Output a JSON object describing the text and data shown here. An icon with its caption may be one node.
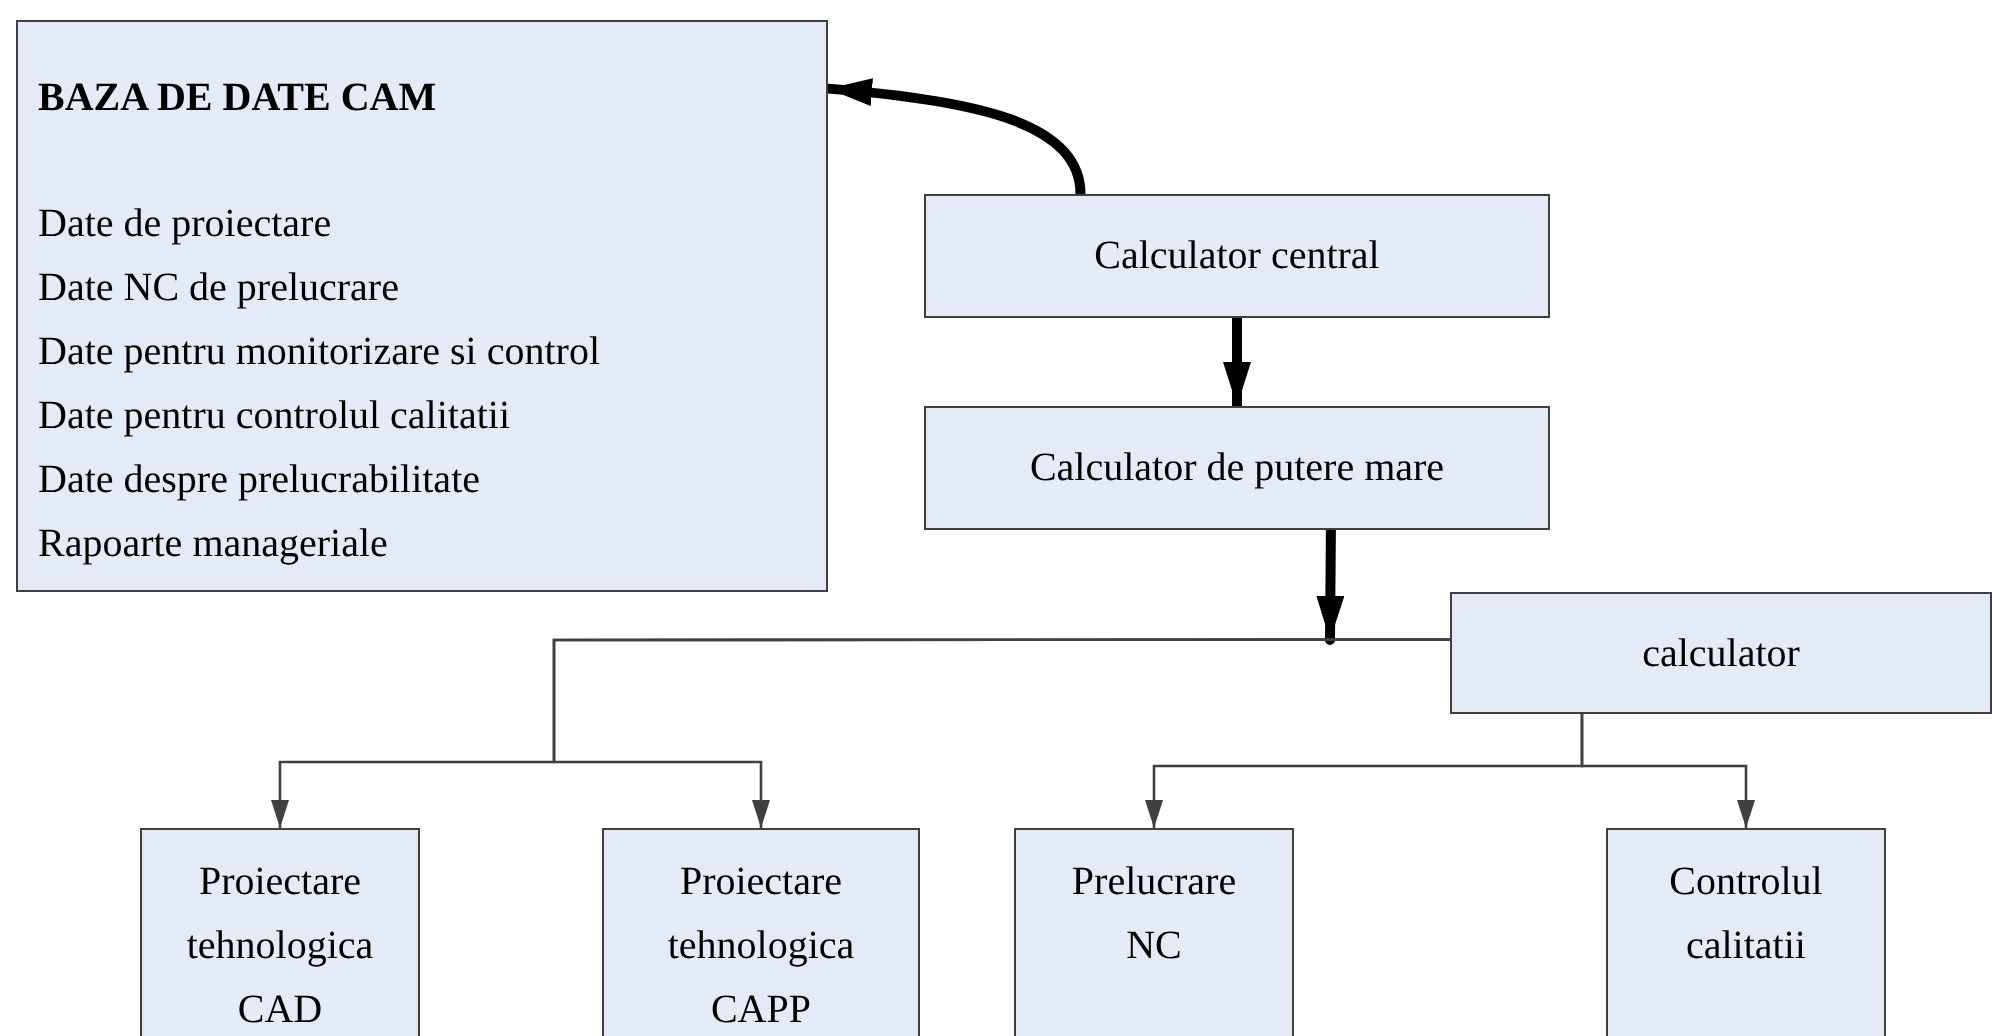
{
  "diagram": {
    "nodes": [
      {
        "text": [
          "BAZA DE DATE CAM",
          "Date de proiectare",
          "Date NC de prelucrare",
          "Date pentru monitorizare si control",
          "Date pentru controlul calitatii",
          "Date despre prelucrabilitate",
          "Rapoarte manageriale"
        ]
      },
      {
        "text": [
          "Calculator central"
        ]
      },
      {
        "text": [
          "Calculator de putere mare"
        ]
      },
      {
        "text": [
          "calculator"
        ]
      },
      {
        "text": [
          "Proiectare tehnologica CAD"
        ]
      },
      {
        "text": [
          "Proiectare tehnologica CAPP"
        ]
      },
      {
        "text": [
          "Prelucrare NC"
        ]
      },
      {
        "text": [
          "Controlul calitatii"
        ]
      }
    ],
    "edges": [
      {
        "from": 1,
        "to": 0,
        "arrow": "to",
        "style": "thick"
      },
      {
        "from": 1,
        "to": 2,
        "arrow": "to",
        "style": "thick"
      },
      {
        "from": 2,
        "to": null,
        "arrow": "to",
        "style": "thick"
      },
      {
        "from": 3,
        "to": 4,
        "arrow": "to"
      },
      {
        "from": 3,
        "to": 5,
        "arrow": "to"
      },
      {
        "from": 3,
        "to": 6,
        "arrow": "to"
      },
      {
        "from": 3,
        "to": 7,
        "arrow": "to"
      }
    ]
  }
}
